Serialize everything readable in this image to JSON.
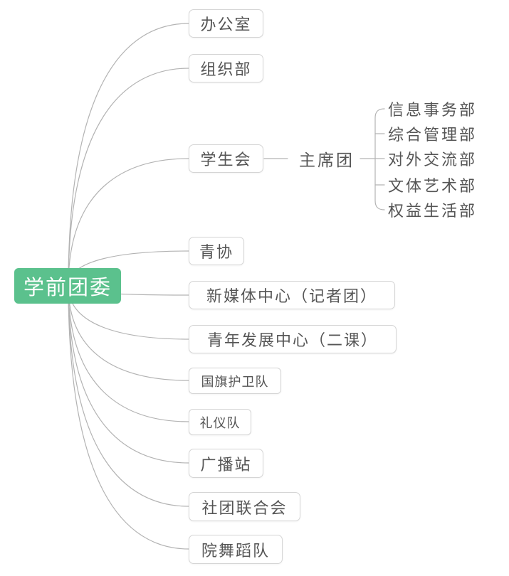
{
  "diagram": {
    "root_label": "学前团委",
    "branches": [
      "办公室",
      "组织部",
      "学生会",
      "青协",
      "新媒体中心（记者团）",
      "青年发展中心（二课）",
      "国旗护卫队",
      "礼仪队",
      "广播站",
      "社团联合会",
      "院舞蹈队"
    ],
    "presidium_label": "主席团",
    "departments": [
      "信息事务部",
      "综合管理部",
      "对外交流部",
      "文体艺术部",
      "权益生活部"
    ],
    "colors": {
      "root_bg": "#5bc18d",
      "root_text": "#ffffff",
      "node_border": "#d5d5d5",
      "node_text": "#555555",
      "edge": "#b3b3b3",
      "background": "#ffffff"
    }
  }
}
